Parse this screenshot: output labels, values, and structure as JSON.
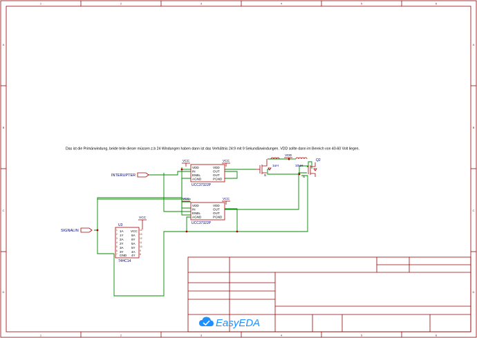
{
  "colors": {
    "frame": "#990000",
    "wire": "#008800",
    "part": "#aa0000",
    "label": "#000080",
    "text": "#000000",
    "logo": "#1e90ff"
  },
  "note": "Das ist die Primärwindung, beide teile dieser müssen z.b 24 Windungen haben dann ist das Verhältnis 24:9 mit 9 Sekundärwindungen. VDD sollte dann im Bereich von 40-60 Volt liegen.",
  "frame": {
    "col_labels": [
      "1",
      "2",
      "3",
      "4",
      "5",
      "6"
    ],
    "row_labels": [
      "A",
      "B",
      "C",
      "D"
    ]
  },
  "nets": {
    "interupter": "INTERUPTER",
    "signalin": "SIGNALIN",
    "vcc": "VCC",
    "vdd": "VDD"
  },
  "driver1": {
    "name": "UCC37322P",
    "pins_left": [
      "VDD",
      "IN",
      "ENBL",
      "AGND"
    ],
    "pins_right": [
      "VDD",
      "OUT",
      "OUT",
      "PGND"
    ]
  },
  "driver2": {
    "name": "UCC37322P",
    "pins_left": [
      "VDD",
      "IN",
      "ENBL",
      "AGND"
    ],
    "pins_right": [
      "VDD",
      "OUT",
      "OUT",
      "PGND"
    ]
  },
  "u3": {
    "ref": "U3",
    "name": "74HC14",
    "pins_left": [
      "1A",
      "1Y",
      "2A",
      "2Y",
      "3A",
      "3Y",
      "GND"
    ],
    "pins_right": [
      "VCC",
      "6A",
      "6Y",
      "5A",
      "5Y",
      "4A",
      "4Y"
    ],
    "num_left": [
      "1",
      "2",
      "3",
      "4",
      "5",
      "6",
      "7"
    ],
    "num_right": [
      "14",
      "13",
      "12",
      "11",
      "10",
      "9",
      "8"
    ]
  },
  "q1": {
    "pin_s": "S"
  },
  "q2": {
    "ref": "Q2",
    "pin_s": "S"
  },
  "inductors": {
    "l1_value": "1uH",
    "l2_value": "10uH"
  },
  "logo": {
    "text": "EasyEDA"
  }
}
